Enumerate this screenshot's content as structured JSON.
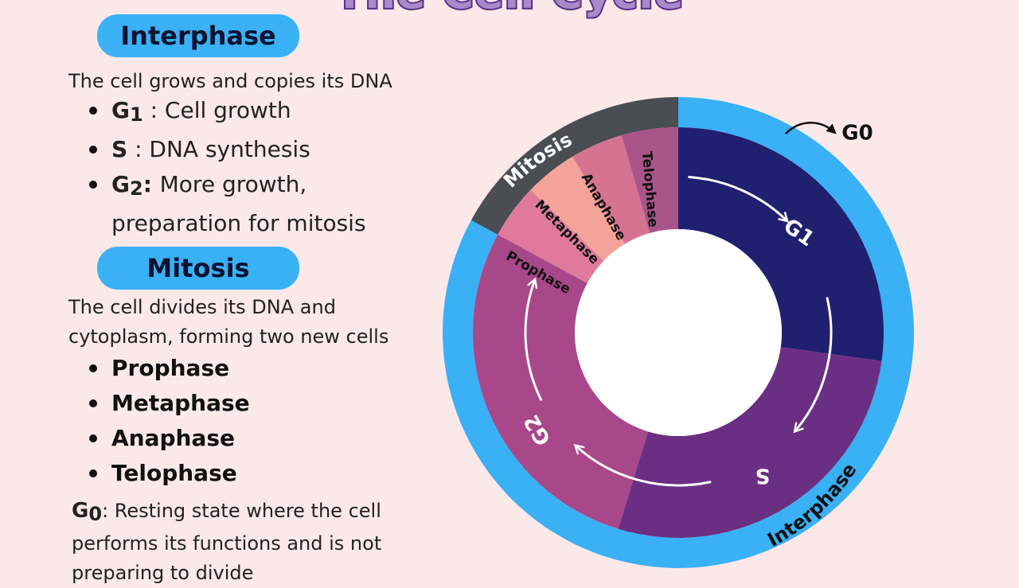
{
  "title": "The Cell Cycle",
  "interphase": {
    "heading": "Interphase",
    "description": "The cell grows and copies its DNA",
    "items": [
      {
        "symbol": "G",
        "sub": "1",
        "sep": " : ",
        "text": "Cell growth"
      },
      {
        "symbol": "S",
        "sub": "",
        "sep": " : ",
        "text": "DNA synthesis"
      },
      {
        "symbol": "G",
        "sub": "2",
        "sep": ": ",
        "text": "More growth, preparation for mitosis"
      }
    ]
  },
  "mitosis": {
    "heading": "Mitosis",
    "description": "The cell divides its DNA and cytoplasm, forming two new cells",
    "phases": [
      "Prophase",
      "Metaphase",
      "Anaphase",
      "Telophase"
    ]
  },
  "g0": {
    "symbol": "G",
    "sub": "0",
    "text": ": Resting state where the cell performs its functions and is not preparing to divide"
  },
  "diagram": {
    "outer_labels": {
      "mitosis": "Mitosis",
      "interphase": "Interphase"
    },
    "segments": {
      "g1": "G1",
      "s": "S",
      "g2": "G2"
    },
    "mitosis_phases": [
      "Prophase",
      "Metaphase",
      "Anaphase",
      "Telophase"
    ],
    "g0_label": "G0",
    "colors": {
      "background": "#fbe9e9",
      "outer_interphase": "#3ab0f5",
      "outer_mitosis": "#4a4d52",
      "g1": "#1f2070",
      "s": "#6a2f82",
      "g2": "#a8478a",
      "prophase": "#e07a9c",
      "metaphase": "#f4a39a",
      "anaphase": "#d67392",
      "telophase": "#a9558a"
    }
  }
}
